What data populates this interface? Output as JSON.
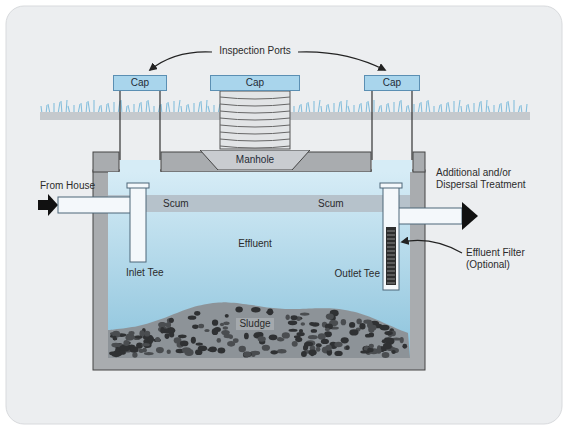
{
  "diagram": {
    "nodes": [
      {
        "text": [
          "Cap"
        ]
      },
      {
        "text": [
          "Cap"
        ]
      },
      {
        "text": [
          "Cap"
        ]
      },
      {
        "text": [
          "Manhole"
        ]
      }
    ],
    "labels": [
      "Inspection Ports",
      "From House",
      "Additional and/or Dispersal Treatment",
      "Scum",
      "Scum",
      "Effluent",
      "Inlet Tee",
      "Outlet Tee",
      "Effluent Filter (Optional)",
      "Sludge"
    ]
  }
}
